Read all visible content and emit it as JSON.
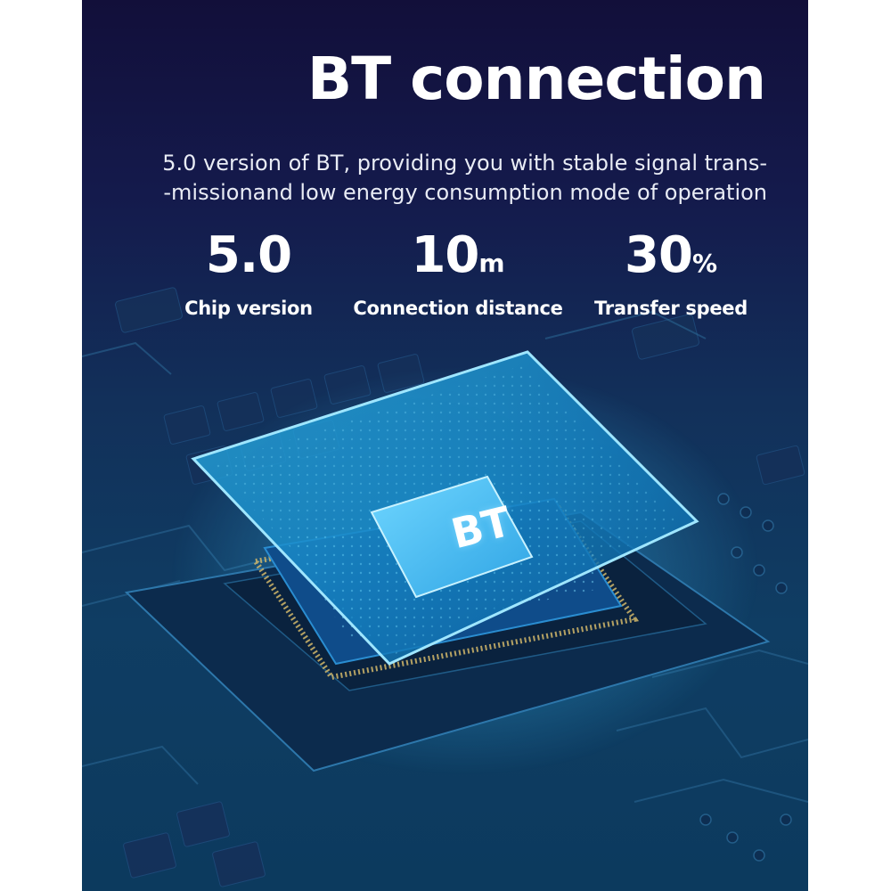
{
  "title": "BT connection",
  "subtitle": {
    "line1": "5.0 version of BT, providing you with stable signal trans-",
    "line2": "-missionand low energy consumption mode of operation"
  },
  "stats": [
    {
      "value": "5.0",
      "unit": "",
      "label": "Chip version"
    },
    {
      "value": "10",
      "unit": "m",
      "label": "Connection distance"
    },
    {
      "value": "30",
      "unit": "%",
      "label": "Transfer speed"
    }
  ],
  "chip": {
    "label": "BT"
  },
  "colors": {
    "background_top": "#120f3a",
    "background_bottom": "#0c3a5e",
    "chip_glow": "#3fc7ff",
    "text": "#ffffff"
  }
}
